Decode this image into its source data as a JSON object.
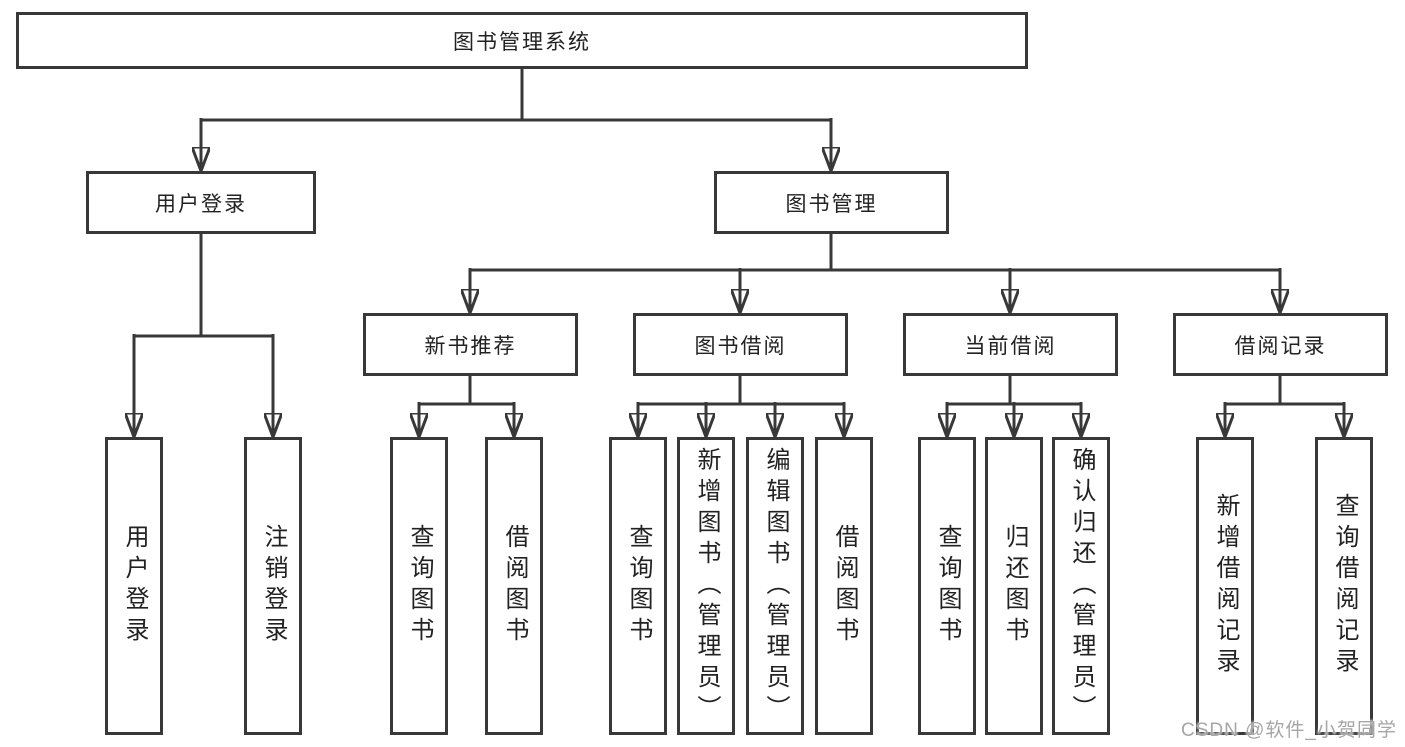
{
  "diagram": {
    "title": "图书管理系统",
    "root": {
      "label": "图书管理系统"
    },
    "level2": [
      {
        "label": "用户登录"
      },
      {
        "label": "图书管理"
      }
    ],
    "level3": [
      {
        "parent": "图书管理",
        "label": "新书推荐"
      },
      {
        "parent": "图书管理",
        "label": "图书借阅"
      },
      {
        "parent": "图书管理",
        "label": "当前借阅"
      },
      {
        "parent": "图书管理",
        "label": "借阅记录"
      }
    ],
    "leaves": [
      {
        "parent": "用户登录",
        "label": "用户登录"
      },
      {
        "parent": "用户登录",
        "label": "注销登录"
      },
      {
        "parent": "新书推荐",
        "label": "查询图书"
      },
      {
        "parent": "新书推荐",
        "label": "借阅图书"
      },
      {
        "parent": "图书借阅",
        "label": "查询图书"
      },
      {
        "parent": "图书借阅",
        "label": "新增图书（管理员）"
      },
      {
        "parent": "图书借阅",
        "label": "编辑图书（管理员）"
      },
      {
        "parent": "图书借阅",
        "label": "借阅图书"
      },
      {
        "parent": "当前借阅",
        "label": "查询图书"
      },
      {
        "parent": "当前借阅",
        "label": "归还图书"
      },
      {
        "parent": "当前借阅",
        "label": "确认归还（管理员）"
      },
      {
        "parent": "借阅记录",
        "label": "新增借阅记录"
      },
      {
        "parent": "借阅记录",
        "label": "查询借阅记录"
      }
    ],
    "watermark": "CSDN @软件_小贺同学",
    "colors": {
      "line": "#383838",
      "box_background": "#ffffff",
      "text": "#222222",
      "watermark": "#a6a6a6"
    }
  }
}
